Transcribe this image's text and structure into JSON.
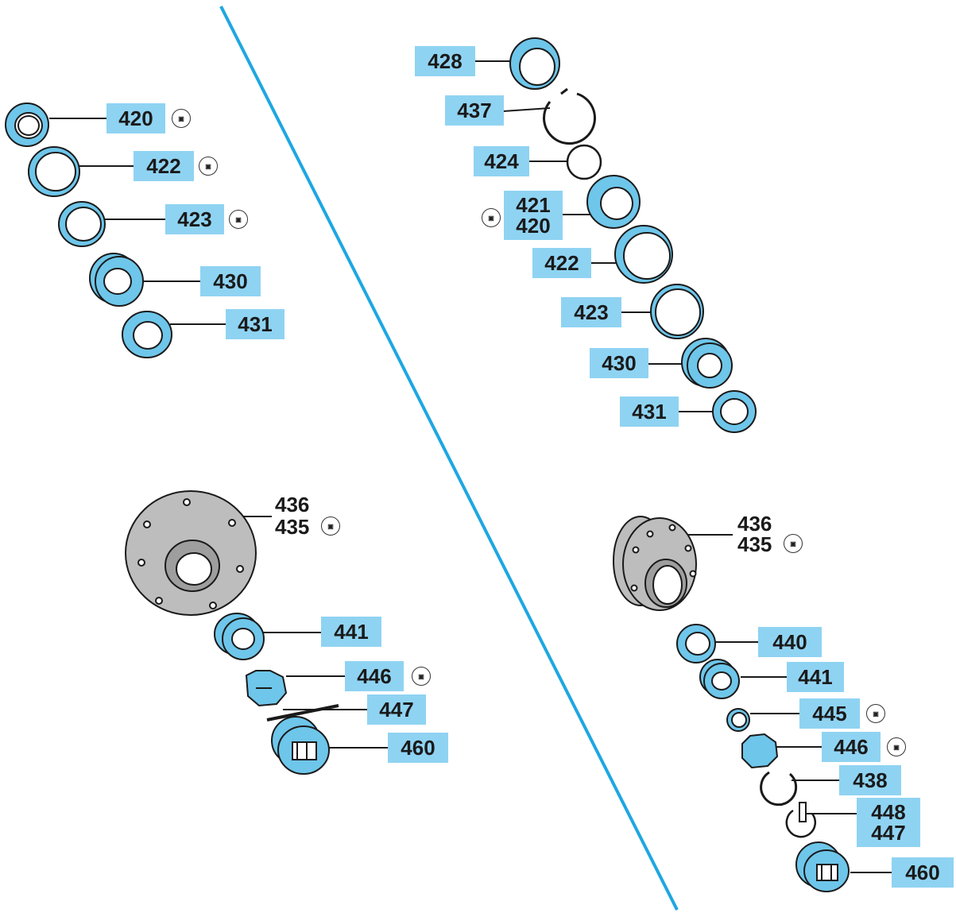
{
  "labels": {
    "l420": "420",
    "l422": "422",
    "l423": "423",
    "l430": "430",
    "l431": "431",
    "r428": "428",
    "r437": "437",
    "r424": "424",
    "r421": "421",
    "r420": "420",
    "r422": "422",
    "r423": "423",
    "r430": "430",
    "r431": "431",
    "bl436": "436",
    "bl435": "435",
    "bl441": "441",
    "bl446": "446",
    "bl447": "447",
    "bl460": "460",
    "br436": "436",
    "br435": "435",
    "br440": "440",
    "br441": "441",
    "br445": "445",
    "br446": "446",
    "br438": "438",
    "br448": "448",
    "br447": "447",
    "br460": "460"
  },
  "symbol_icon": "tool-symbol-icon",
  "colors": {
    "callout_fill": "#8fd3f2",
    "part_fill": "#6ec6ea",
    "divider": "#1ea7e1",
    "outline": "#1a1a1a"
  }
}
